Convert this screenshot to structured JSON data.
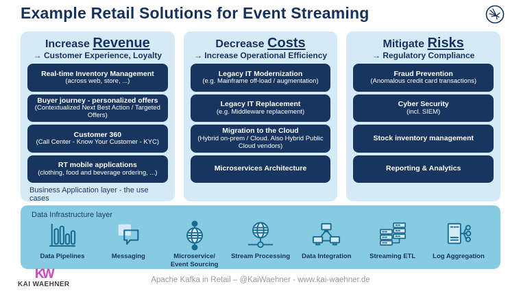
{
  "page": {
    "title": "Example Retail Solutions for Event Streaming",
    "footer": "Apache Kafka in Retail – @KaiWaehner - www.kai-waehner.de",
    "logo": {
      "mark": "KW",
      "name": "KAI WAEHNER"
    }
  },
  "colors": {
    "navy": "#16325c",
    "box_navy": "#17355e",
    "panel_blue": "#d5eaf7",
    "band_blue": "#86cbe2",
    "icon_blue": "#1a6b92",
    "footer_gray": "#9a9a9a",
    "logo_pink": "#c94bbc"
  },
  "columns": [
    {
      "heading_prefix": "Increase",
      "heading_keyword": "Revenue",
      "subtitle": "→ Customer Experience, Loyalty",
      "caption": "Business Application layer - the use cases",
      "boxes": [
        {
          "title": "Real-time Inventory Management",
          "subtitle": "(across web, store, ...)"
        },
        {
          "title": "Buyer journey - personalized offers",
          "subtitle": "(Contextualized Next Best Action / Targeted Offers)"
        },
        {
          "title": "Customer 360",
          "subtitle": "(Call Center - Know Your Customer - KYC)"
        },
        {
          "title": "RT mobile applications",
          "subtitle": "(clothing, food and beverage ordering, ...)"
        }
      ]
    },
    {
      "heading_prefix": "Decrease",
      "heading_keyword": "Costs",
      "subtitle": "→ Increase Operational Efficiency",
      "caption": "",
      "boxes": [
        {
          "title": "Legacy IT Modernization",
          "subtitle": "(e.g. Mainframe off-load / augmentation)"
        },
        {
          "title": "Legacy IT Replacement",
          "subtitle": "(e.g. Middleware replacement)"
        },
        {
          "title": "Migration to the Cloud",
          "subtitle": "(Hybrid on-prem / Cloud. Also Hybrid Public Cloud vendors)"
        },
        {
          "title": "Microservices Architecture",
          "subtitle": ""
        }
      ]
    },
    {
      "heading_prefix": "Mitigate",
      "heading_keyword": "Risks",
      "subtitle": "→ Regulatory Compliance",
      "caption": "",
      "boxes": [
        {
          "title": "Fraud Prevention",
          "subtitle": "(Anomalous credit card transactions)"
        },
        {
          "title": "Cyber Security",
          "subtitle": "(incl. SIEM)"
        },
        {
          "title": "Stock inventory management",
          "subtitle": ""
        },
        {
          "title": "Reporting & Analytics",
          "subtitle": ""
        }
      ]
    }
  ],
  "infrastructure": {
    "label": "Data Infrastructure layer",
    "items": [
      {
        "label": "Data Pipelines",
        "icon": "bar-chart-icon"
      },
      {
        "label": "Messaging",
        "icon": "chat-bubbles-icon"
      },
      {
        "label": "Microservice/\nEvent Sourcing",
        "icon": "globe-node-icon"
      },
      {
        "label": "Stream Processing",
        "icon": "globe-stream-icon"
      },
      {
        "label": "Data Integration",
        "icon": "network-monitors-icon"
      },
      {
        "label": "Streaming ETL",
        "icon": "server-stack-icon"
      },
      {
        "label": "Log Aggregation",
        "icon": "log-fanout-icon"
      }
    ]
  }
}
